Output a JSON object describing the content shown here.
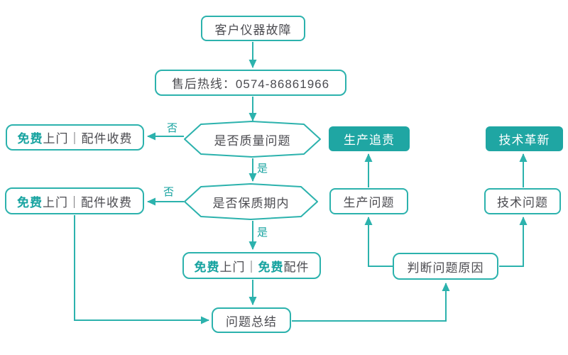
{
  "colors": {
    "teal_fill": "#1fa6a3",
    "line": "#2cb2ad",
    "teal_text": "#17a3a0",
    "dark_text": "#4b4b50",
    "node_background": "#ffffff"
  },
  "nodes": {
    "start": {
      "label": "客户仪器故障"
    },
    "hotline": {
      "label": "售后热线：0574-86861966"
    },
    "decision_quality": {
      "label": "是否质量问题"
    },
    "decision_warranty": {
      "label": "是否保质期内"
    },
    "left_result_1": {
      "free": "免费",
      "rest": "上门｜配件收费"
    },
    "left_result_2": {
      "free": "免费",
      "rest": "上门｜配件收费"
    },
    "free_result": {
      "free1": "免费",
      "mid": "上门｜",
      "free2": "免费",
      "rest": "配件"
    },
    "summary": {
      "label": "问题总结"
    },
    "production_accountability": {
      "label": "生产追责"
    },
    "production_issue": {
      "label": "生产问题"
    },
    "tech_innovation": {
      "label": "技术革新"
    },
    "tech_issue": {
      "label": "技术问题"
    },
    "judge_cause": {
      "label": "判断问题原因"
    }
  },
  "edge_labels": {
    "no_quality": "否",
    "yes_quality": "是",
    "no_warranty": "否",
    "yes_warranty": "是"
  }
}
